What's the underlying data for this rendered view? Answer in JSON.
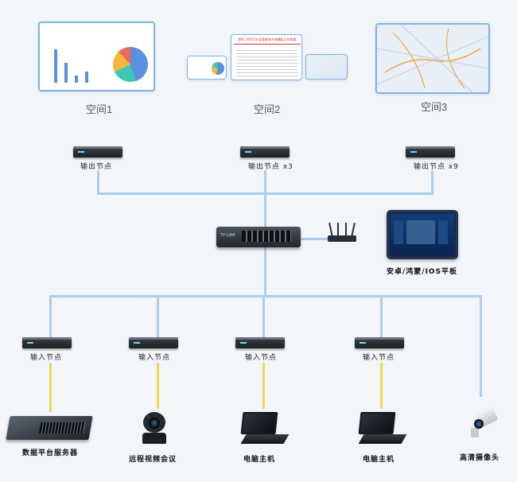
{
  "spaces": {
    "space1_label": "空间1",
    "space2_label": "空间2",
    "space3_label": "空间3",
    "space2_doc_title": "图灯 2023 年全国推进中部崛起工作简报"
  },
  "output_nodes": [
    {
      "label": "输出节点"
    },
    {
      "label": "输出节点 x3"
    },
    {
      "label": "输出节点 x9"
    }
  ],
  "switch": {
    "brand": "TP-LINK"
  },
  "tablet": {
    "label": "安卓/鸿蒙/IOS平板"
  },
  "input_nodes": [
    {
      "label": "输入节点"
    },
    {
      "label": "输入节点"
    },
    {
      "label": "输入节点"
    },
    {
      "label": "输入节点"
    }
  ],
  "devices": [
    {
      "label": "数据平台服务器"
    },
    {
      "label": "远程视频会议"
    },
    {
      "label": "电脑主机"
    },
    {
      "label": "电脑主机"
    },
    {
      "label": "高清摄像头"
    }
  ],
  "colors": {
    "wire_blue": "#a9cdf0",
    "wire_yellow": "#f2d64c",
    "screen_border": "#7fb3e6"
  }
}
